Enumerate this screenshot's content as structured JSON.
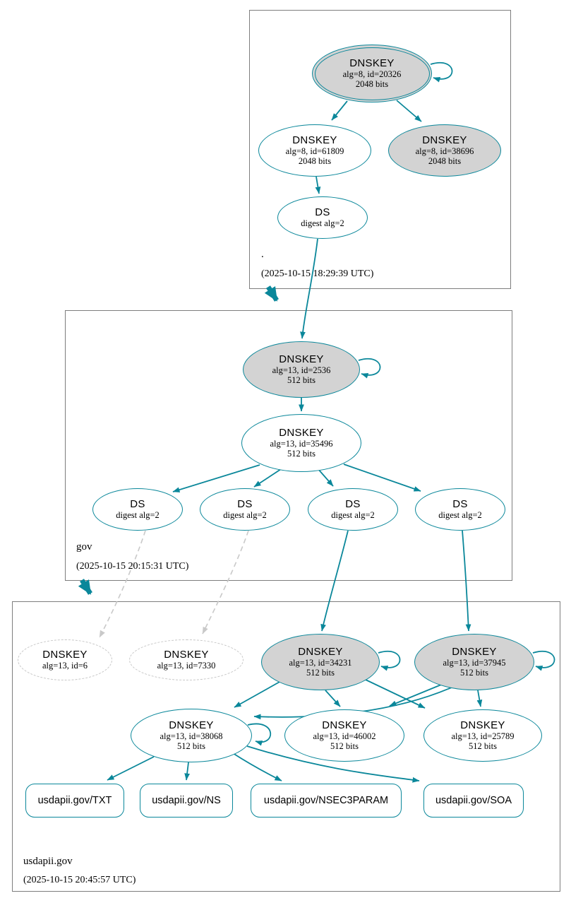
{
  "colors": {
    "secure_teal": "#0a879a",
    "sep_key_fill": "#d3d3d3",
    "missing_key_stroke": "#c6c6c6",
    "zone_box_border": "#7d7d7d",
    "text": "#000000",
    "background": "#ffffff"
  },
  "zones": {
    "root": {
      "name": ".",
      "timestamp": "(2025-10-15 18:29:39 UTC)",
      "nodes": {
        "ksk20326": {
          "title": "DNSKEY",
          "detail": "alg=8, id=20326",
          "bits": "2048 bits",
          "sep": true,
          "trust_anchor": true
        },
        "zsk61809": {
          "title": "DNSKEY",
          "detail": "alg=8, id=61809",
          "bits": "2048 bits"
        },
        "key38696": {
          "title": "DNSKEY",
          "detail": "alg=8, id=38696",
          "bits": "2048 bits",
          "sep": true
        },
        "ds": {
          "title": "DS",
          "detail": "digest alg=2"
        }
      }
    },
    "gov": {
      "name": "gov",
      "timestamp": "(2025-10-15 20:15:31 UTC)",
      "nodes": {
        "ksk2536": {
          "title": "DNSKEY",
          "detail": "alg=13, id=2536",
          "bits": "512 bits",
          "sep": true
        },
        "zsk35496": {
          "title": "DNSKEY",
          "detail": "alg=13, id=35496",
          "bits": "512 bits"
        },
        "ds1": {
          "title": "DS",
          "detail": "digest alg=2"
        },
        "ds2": {
          "title": "DS",
          "detail": "digest alg=2"
        },
        "ds3": {
          "title": "DS",
          "detail": "digest alg=2"
        },
        "ds4": {
          "title": "DS",
          "detail": "digest alg=2"
        }
      }
    },
    "usdapii": {
      "name": "usdapii.gov",
      "timestamp": "(2025-10-15 20:45:57 UTC)",
      "nodes": {
        "missing6": {
          "title": "DNSKEY",
          "detail": "alg=13, id=6",
          "missing": true
        },
        "missing7330": {
          "title": "DNSKEY",
          "detail": "alg=13, id=7330",
          "missing": true
        },
        "ksk34231": {
          "title": "DNSKEY",
          "detail": "alg=13, id=34231",
          "bits": "512 bits",
          "sep": true
        },
        "ksk37945": {
          "title": "DNSKEY",
          "detail": "alg=13, id=37945",
          "bits": "512 bits",
          "sep": true
        },
        "zsk38068": {
          "title": "DNSKEY",
          "detail": "alg=13, id=38068",
          "bits": "512 bits"
        },
        "key46002": {
          "title": "DNSKEY",
          "detail": "alg=13, id=46002",
          "bits": "512 bits"
        },
        "key25789": {
          "title": "DNSKEY",
          "detail": "alg=13, id=25789",
          "bits": "512 bits"
        }
      },
      "rrsets": {
        "txt": {
          "label": "usdapii.gov/TXT"
        },
        "ns": {
          "label": "usdapii.gov/NS"
        },
        "nsec3param": {
          "label": "usdapii.gov/NSEC3PARAM"
        },
        "soa": {
          "label": "usdapii.gov/SOA"
        }
      }
    }
  },
  "edges": [
    {
      "from": "./DNSKEY-20326",
      "to": "./DNSKEY-20326",
      "type": "self-sign"
    },
    {
      "from": "./DNSKEY-20326",
      "to": "./DNSKEY-61809",
      "type": "signs"
    },
    {
      "from": "./DNSKEY-20326",
      "to": "./DNSKEY-38696",
      "type": "signs"
    },
    {
      "from": "./DNSKEY-61809",
      "to": "./DS",
      "type": "signs"
    },
    {
      "from": "./DS",
      "to": "gov/DNSKEY-2536",
      "type": "ds-ref"
    },
    {
      "from": ".",
      "to": "gov",
      "type": "delegation"
    },
    {
      "from": "gov/DNSKEY-2536",
      "to": "gov/DNSKEY-2536",
      "type": "self-sign"
    },
    {
      "from": "gov/DNSKEY-2536",
      "to": "gov/DNSKEY-35496",
      "type": "signs"
    },
    {
      "from": "gov/DNSKEY-35496",
      "to": "gov/DS-1",
      "type": "signs"
    },
    {
      "from": "gov/DNSKEY-35496",
      "to": "gov/DS-2",
      "type": "signs"
    },
    {
      "from": "gov/DNSKEY-35496",
      "to": "gov/DS-3",
      "type": "signs"
    },
    {
      "from": "gov/DNSKEY-35496",
      "to": "gov/DS-4",
      "type": "signs"
    },
    {
      "from": "gov/DS-1",
      "to": "usdapii.gov/DNSKEY-6",
      "type": "missing-ref"
    },
    {
      "from": "gov/DS-2",
      "to": "usdapii.gov/DNSKEY-7330",
      "type": "missing-ref"
    },
    {
      "from": "gov/DS-3",
      "to": "usdapii.gov/DNSKEY-34231",
      "type": "ds-ref"
    },
    {
      "from": "gov/DS-4",
      "to": "usdapii.gov/DNSKEY-37945",
      "type": "ds-ref"
    },
    {
      "from": "gov",
      "to": "usdapii.gov",
      "type": "delegation"
    },
    {
      "from": "usdapii.gov/DNSKEY-34231",
      "to": "usdapii.gov/DNSKEY-34231",
      "type": "self-sign"
    },
    {
      "from": "usdapii.gov/DNSKEY-37945",
      "to": "usdapii.gov/DNSKEY-37945",
      "type": "self-sign"
    },
    {
      "from": "usdapii.gov/DNSKEY-38068",
      "to": "usdapii.gov/DNSKEY-38068",
      "type": "self-sign"
    },
    {
      "from": "usdapii.gov/DNSKEY-34231",
      "to": "usdapii.gov/DNSKEY-38068",
      "type": "signs"
    },
    {
      "from": "usdapii.gov/DNSKEY-34231",
      "to": "usdapii.gov/DNSKEY-46002",
      "type": "signs"
    },
    {
      "from": "usdapii.gov/DNSKEY-34231",
      "to": "usdapii.gov/DNSKEY-25789",
      "type": "signs"
    },
    {
      "from": "usdapii.gov/DNSKEY-37945",
      "to": "usdapii.gov/DNSKEY-38068",
      "type": "signs"
    },
    {
      "from": "usdapii.gov/DNSKEY-37945",
      "to": "usdapii.gov/DNSKEY-46002",
      "type": "signs"
    },
    {
      "from": "usdapii.gov/DNSKEY-37945",
      "to": "usdapii.gov/DNSKEY-25789",
      "type": "signs"
    },
    {
      "from": "usdapii.gov/DNSKEY-38068",
      "to": "usdapii.gov/TXT",
      "type": "signs"
    },
    {
      "from": "usdapii.gov/DNSKEY-38068",
      "to": "usdapii.gov/NS",
      "type": "signs"
    },
    {
      "from": "usdapii.gov/DNSKEY-38068",
      "to": "usdapii.gov/NSEC3PARAM",
      "type": "signs"
    },
    {
      "from": "usdapii.gov/DNSKEY-38068",
      "to": "usdapii.gov/SOA",
      "type": "signs"
    }
  ]
}
